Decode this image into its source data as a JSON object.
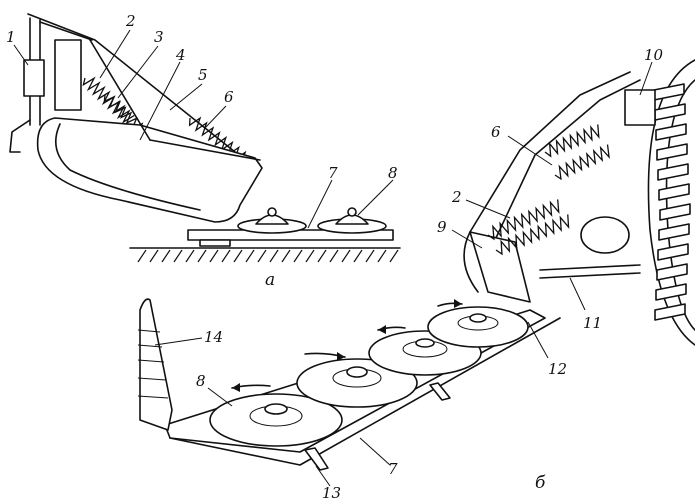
{
  "figure": {
    "caption_a": "а",
    "caption_b": "б",
    "labels_a": [
      "1",
      "2",
      "3",
      "4",
      "5",
      "6",
      "7",
      "8"
    ],
    "labels_b": [
      "6",
      "10",
      "2",
      "9",
      "11",
      "12",
      "14",
      "8",
      "7",
      "13"
    ]
  }
}
